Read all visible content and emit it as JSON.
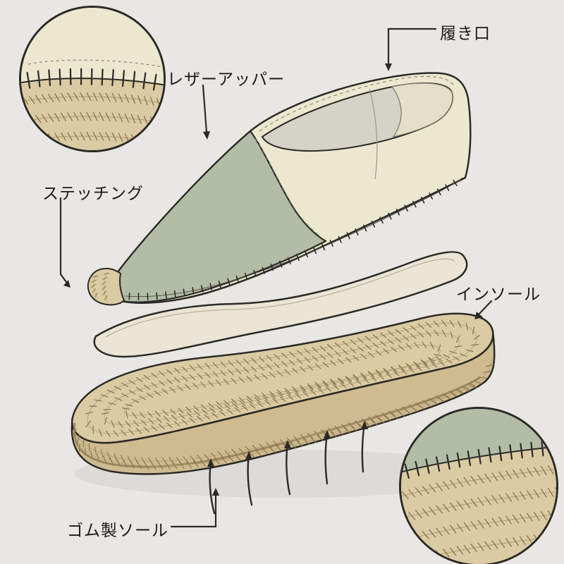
{
  "colors": {
    "bg": "#e9e7e3",
    "outline": "#2b2a26",
    "sage": "#b3bda6",
    "cream": "#ece8d0",
    "cream_inner": "#e4dfc8",
    "insole_top": "#eae5d5",
    "rope_light": "#dbcba3",
    "rope_mid": "#cfbb90",
    "rope_dark": "#8d7a52",
    "rope_line": "#b7a478",
    "inner_gray": "#d5d2c7"
  },
  "labels": {
    "opening": "履き口",
    "upper": "レザーアッパー",
    "stitching": "ステッチング",
    "insole": "インソール",
    "sole": "ゴム製ソール"
  }
}
